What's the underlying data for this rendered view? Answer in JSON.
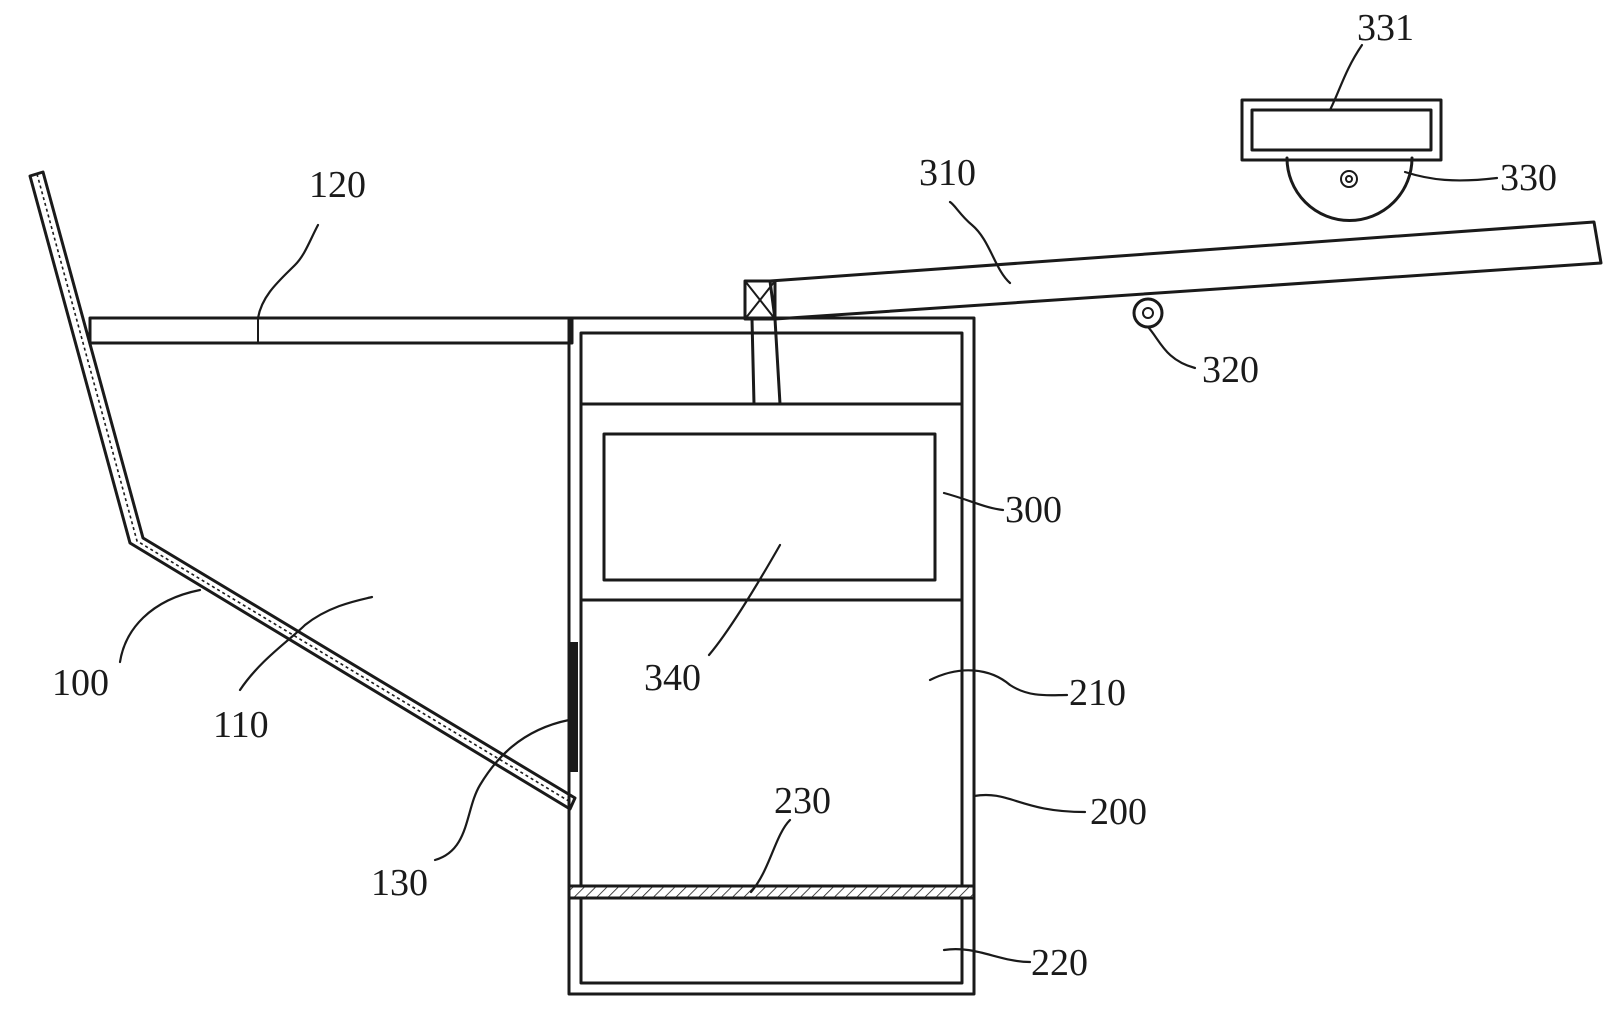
{
  "labels": {
    "l100": "100",
    "l110": "110",
    "l120": "120",
    "l130": "130",
    "l200": "200",
    "l210": "210",
    "l220": "220",
    "l230": "230",
    "l300": "300",
    "l310": "310",
    "l320": "320",
    "l330": "330",
    "l331": "331",
    "l340": "340"
  }
}
